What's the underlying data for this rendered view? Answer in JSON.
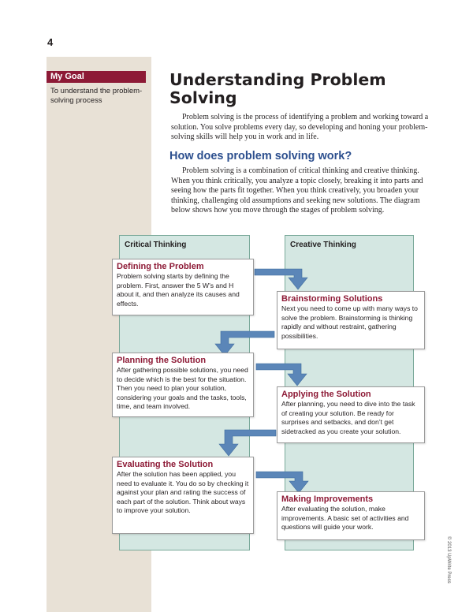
{
  "page_number": "4",
  "sidebar": {
    "goal_heading": "My Goal",
    "goal_text": "To understand the problem-solving process"
  },
  "title": "Understanding Problem Solving",
  "intro_paragraph": "Problem solving is the process of identifying a problem and working toward a solution. You solve problems every day, so developing and honing your problem-solving skills will help you in work and in life.",
  "section_heading": "How does problem solving work?",
  "section_paragraph": "Problem solving is a combination of critical thinking and creative thinking. When you think critically, you analyze a topic closely, breaking it into parts and seeing how the parts fit together. When you think creatively, you broaden your thinking, challenging old assumptions and seeking new solutions. The diagram below shows how you move through the stages of problem solving.",
  "diagram": {
    "left_column_label": "Critical Thinking",
    "right_column_label": "Creative Thinking",
    "steps": [
      {
        "title": "Defining the Problem",
        "text": "Problem solving starts by defining the problem. First, answer the 5 W’s and H about it, and then analyze its causes and effects."
      },
      {
        "title": "Brainstorming Solutions",
        "text": "Next you need to come up with many ways to solve the problem. Brainstorming is thinking rapidly and without restraint, gathering possibilities."
      },
      {
        "title": "Planning the Solution",
        "text": "After gathering possible solutions, you need to decide which is the best for the situation. Then you need to plan your solution, considering your goals and the tasks, tools, time, and team involved."
      },
      {
        "title": "Applying the Solution",
        "text": "After planning, you need to dive into the task of creating your solution. Be ready for surprises and setbacks, and don’t get sidetracked as you create your solution."
      },
      {
        "title": "Evaluating the Solution",
        "text": "After the solution has been applied, you need to evaluate it. You do so by checking it against your plan and rating the success of each part of the solution. Think about ways to improve your solution."
      },
      {
        "title": "Making Improvements",
        "text": "After evaluating the solution, make improvements. A basic set of activities and questions will guide your work."
      }
    ]
  },
  "copyright": "© 2013 UpWrite Press",
  "colors": {
    "accent_maroon": "#8d1a36",
    "heading_blue": "#2c4f8e",
    "column_teal": "#d4e7e2",
    "arrow_blue": "#5b86b8",
    "sidebar_beige": "#e8e1d6"
  }
}
